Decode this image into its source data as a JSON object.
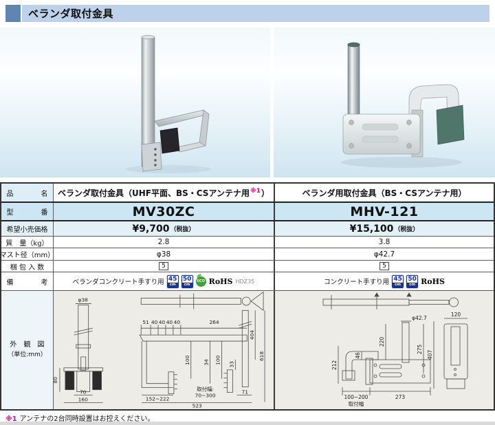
{
  "page": {
    "title": "ベランダ取付金具",
    "footnote": {
      "marker": "※1",
      "text": "アンテナの2台同時設置はお控えください。"
    }
  },
  "table": {
    "labels": {
      "name": "品　　　　名",
      "model": "型　　　　番",
      "price": "希望小売価格",
      "weight": "質　量（kg）",
      "mast": "マスト径（mm）",
      "pack": "梱 包 入 数",
      "remarks": "備　　　　考",
      "drawing": "外　観　図",
      "drawing_unit": "（単位:mm）"
    }
  },
  "products": [
    {
      "name_main": "ベランダ取付金具（UHF平面、BS・CSアンテナ用",
      "name_marker": "※1",
      "name_close": "）",
      "model": "MV30ZC",
      "price": "¥9,700",
      "price_note": "（税抜）",
      "weight": "2.8",
      "mast": "φ38",
      "pack": "5",
      "remarks": "ベランダコンクリート手すり用",
      "remarks_suffix": "HDZ35"
    },
    {
      "name_main": "ベランダ用取付金具（BS・CSアンテナ用）",
      "name_marker": "",
      "name_close": "",
      "model": "MHV-121",
      "price": "¥15,100",
      "price_note": "（税抜）",
      "weight": "3.8",
      "mast": "φ42.7",
      "pack": "5",
      "remarks": "コンクリート手すり用",
      "remarks_suffix": ""
    }
  ],
  "badges": {
    "b45_top": "45",
    "b45_unit": "cm",
    "b50_top": "50",
    "b50_unit": "cm",
    "eco": "ECO",
    "rohs": "RoHS"
  },
  "colors": {
    "header_bar": "#bdd2ea",
    "header_square": "#5e86b0",
    "model_row_bg": "#cce6f3",
    "price_row_bg": "#e3f0f7",
    "accent_magenta": "#e4007f",
    "badge_navy": "#1633a0",
    "eco_green": "#3fa037",
    "diagram_bg": "#edece7"
  },
  "diagram_mv30zc": {
    "pole_dia": "φ38",
    "front_h": "80",
    "front_w_inner": "70",
    "front_w_outer": "160",
    "seg1": "51",
    "seg2": "40",
    "seg3": "40",
    "seg4": "40",
    "seg5": "40",
    "top_span": "264",
    "v_404": "404",
    "v_618": "618",
    "m_100a": "100",
    "m_34": "34",
    "m_100b": "100",
    "m_33": "33",
    "range_left": "152~222",
    "mount_label": "取付幅:",
    "mount_range": "70~300",
    "total_w": "523",
    "right_w": "71"
  },
  "diagram_mhv121": {
    "pole_dia": "φ42.7",
    "plate_w": "120",
    "v_220": "220",
    "v_275": "275",
    "v_407": "407",
    "v_46": "46",
    "v_212": "212",
    "range": "100~200",
    "mount_label": "取付幅",
    "base_w": "273"
  }
}
